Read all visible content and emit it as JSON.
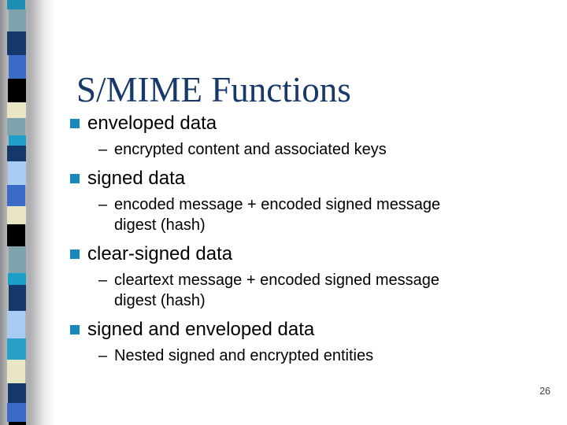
{
  "title": "S/MIME Functions",
  "dash": "–",
  "page_number": "26",
  "colors": {
    "title": "#17386B",
    "bullet": "#1688BD",
    "body_text": "#000000",
    "page_number": "#3F3F3F"
  },
  "sections": [
    {
      "heading": "enveloped data",
      "sub": "encrypted content and associated keys"
    },
    {
      "heading": "signed data",
      "sub": "encoded message + encoded signed message digest (hash)"
    },
    {
      "heading": "clear-signed data",
      "sub": "cleartext message + encoded signed message digest (hash)"
    },
    {
      "heading": "signed and enveloped data",
      "sub": "Nested signed and encrypted entities"
    }
  ],
  "strip": {
    "blocks": [
      {
        "color": "#1E8FB4",
        "h": 12
      },
      {
        "color": "#7FA3AD",
        "h": 28
      },
      {
        "color": "#14386C",
        "h": 30
      },
      {
        "color": "#3A6BC8",
        "h": 30
      },
      {
        "color": "#000000",
        "h": 30
      },
      {
        "color": "#E9E6C4",
        "h": 20
      },
      {
        "color": "#7FA3AD",
        "h": 22
      },
      {
        "color": "#1E9FCC",
        "h": 13
      },
      {
        "color": "#14386C",
        "h": 20
      },
      {
        "color": "#A9CCF5",
        "h": 30
      },
      {
        "color": "#3A6BC8",
        "h": 27
      },
      {
        "color": "#E9E6C4",
        "h": 23
      },
      {
        "color": "#000000",
        "h": 28
      },
      {
        "color": "#7FA3AD",
        "h": 34
      },
      {
        "color": "#1AA0C8",
        "h": 15
      },
      {
        "color": "#14386C",
        "h": 33
      },
      {
        "color": "#A9CCF5",
        "h": 35
      },
      {
        "color": "#28A0C8",
        "h": 27
      },
      {
        "color": "#E9E6C4",
        "h": 30
      },
      {
        "color": "#14386C",
        "h": 25
      },
      {
        "color": "#3A6BC8",
        "h": 24
      },
      {
        "color": "#000000",
        "h": 4
      }
    ]
  }
}
